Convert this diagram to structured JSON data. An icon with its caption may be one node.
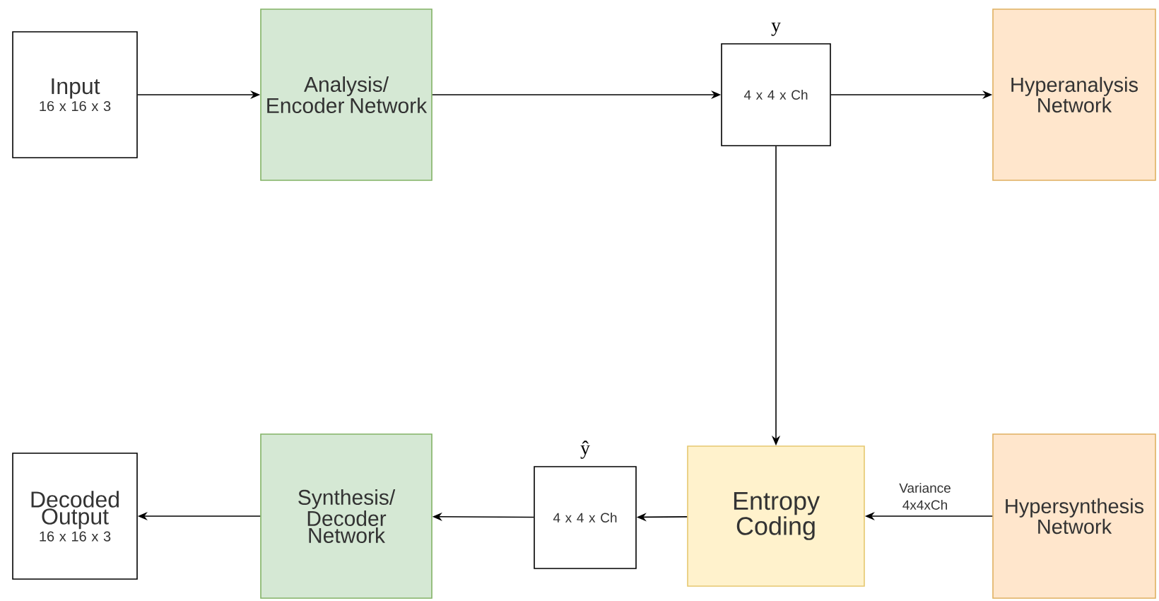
{
  "diagram": {
    "nodes": [
      {
        "text": [
          "Input",
          "16 x 16 x 3"
        ]
      },
      {
        "text": [
          "Analysis/ Encoder Network"
        ]
      },
      {
        "text": [
          "4 x 4 x Ch"
        ],
        "beside": [
          "y"
        ]
      },
      {
        "text": [
          "Hyperanalysis Network"
        ]
      },
      {
        "text": [
          "Decoded Output",
          "16 x 16 x 3"
        ]
      },
      {
        "text": [
          "Synthesis/ Decoder Network"
        ]
      },
      {
        "text": [
          "4 x 4 x Ch"
        ],
        "beside": [
          "ŷ"
        ]
      },
      {
        "text": [
          "Entropy Coding"
        ]
      },
      {
        "text": [
          "Hypersynthesis Network"
        ]
      }
    ],
    "edges": [
      {
        "from": 0,
        "to": 1,
        "arrow": "to"
      },
      {
        "from": 1,
        "to": 2,
        "arrow": "to"
      },
      {
        "from": 2,
        "to": 3,
        "arrow": "to"
      },
      {
        "from": 2,
        "to": 7,
        "arrow": "to"
      },
      {
        "from": 8,
        "to": 7,
        "arrow": "to",
        "label": "Variance 4x4xCh"
      },
      {
        "from": 7,
        "to": 6,
        "arrow": "to"
      },
      {
        "from": 6,
        "to": 5,
        "arrow": "to"
      },
      {
        "from": 5,
        "to": 4,
        "arrow": "to"
      }
    ]
  }
}
